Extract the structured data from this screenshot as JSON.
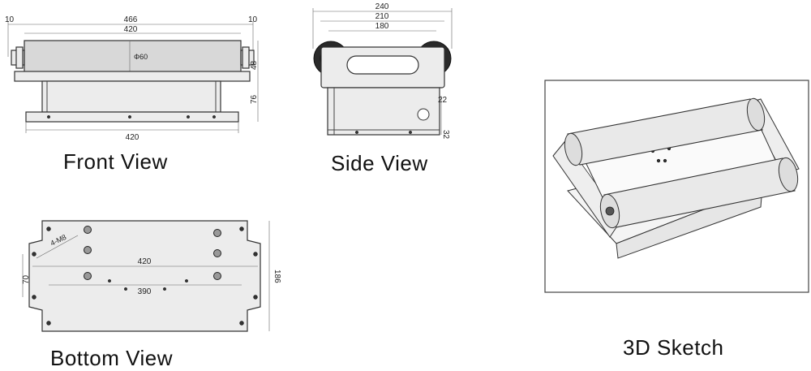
{
  "captions": {
    "front": "Front View",
    "side": "Side View",
    "bottom": "Bottom View",
    "sketch": "3D Sketch"
  },
  "front": {
    "dim_overall": "466",
    "dim_left_gap": "10",
    "dim_right_gap": "10",
    "dim_roller_length": "420",
    "dim_diameter": "Φ60",
    "dim_roller_height": "48",
    "dim_base_height": "76",
    "dim_base_length": "420"
  },
  "side": {
    "dim_240": "240",
    "dim_210": "210",
    "dim_180": "180",
    "dim_22": "22",
    "dim_32": "32"
  },
  "bottom": {
    "hole_note": "4-M8",
    "dim_420": "420",
    "dim_70": "70",
    "dim_390": "390",
    "dim_186": "186"
  }
}
